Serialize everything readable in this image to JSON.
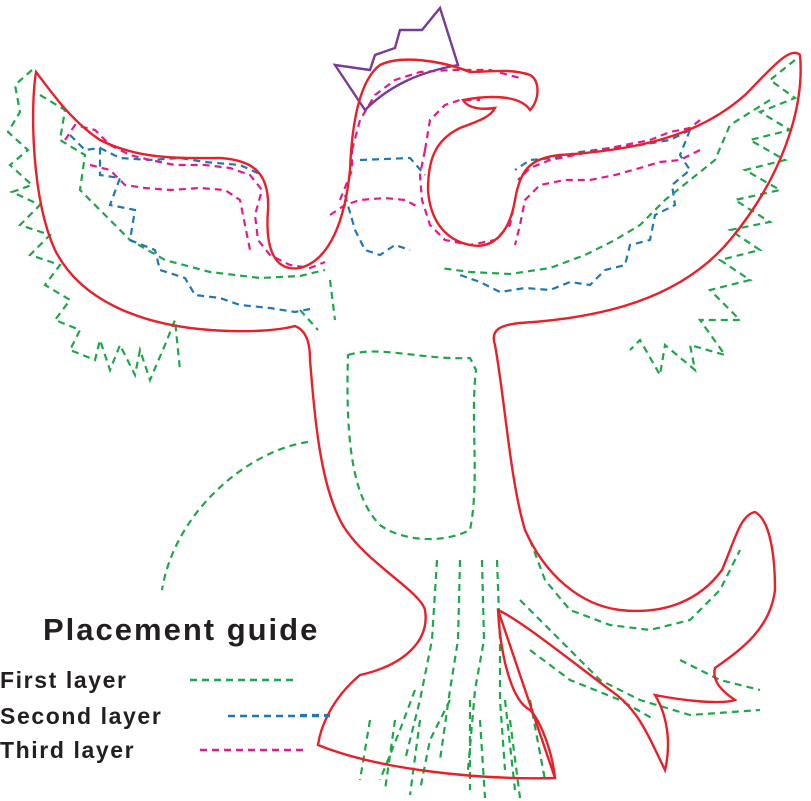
{
  "legend": {
    "title": "Placement guide",
    "items": [
      {
        "label": "First layer",
        "color": "#1fa64a"
      },
      {
        "label": "Second layer",
        "color": "#1f78b4"
      },
      {
        "label": "Third layer",
        "color": "#e6198c"
      }
    ]
  },
  "colors": {
    "outline": "#e8202a",
    "crown": "#7a3a9a",
    "text": "#231f20"
  }
}
